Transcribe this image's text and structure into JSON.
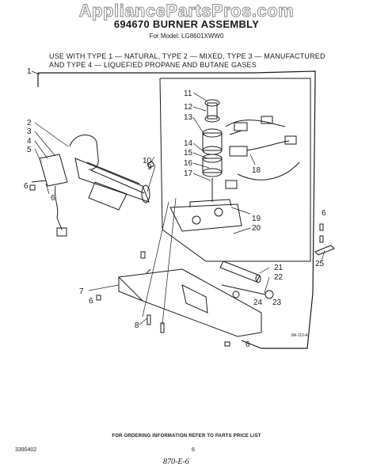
{
  "watermark": "AppliancePartsPros.com",
  "title": "694670 BURNER ASSEMBLY",
  "model_line": "For Model: LG8601XWW0",
  "usage": {
    "line1": "USE WITH TYPE 1 — NATURAL, TYPE 2 — MIXED, TYPE 3 — MANUFACTURED",
    "line2": "AND TYPE 4 — LIQUEFIED PROPANE AND BUTANE GASES"
  },
  "callouts": {
    "c1": "1",
    "c2": "2",
    "c3": "3",
    "c4": "4",
    "c5": "5",
    "c6a": "6",
    "c6b": "6",
    "c6c": "6",
    "c6d": "6",
    "c6e": "6",
    "c7": "7",
    "c8": "8",
    "c9": "9",
    "c10": "10",
    "c11": "11",
    "c12": "12",
    "c13": "13",
    "c14": "14",
    "c15": "15",
    "c16": "16",
    "c17": "17",
    "c18": "18",
    "c19": "19",
    "c20": "20",
    "c21": "21",
    "c22": "22",
    "c23": "23",
    "c24": "24",
    "c25": "25"
  },
  "figure_code": "8A-110-A",
  "footer_note": "FOR ORDERING INFORMATION REFER TO PARTS PRICE LIST",
  "part_number": "3390402",
  "page_number": "6",
  "handwritten": "870-E-6"
}
